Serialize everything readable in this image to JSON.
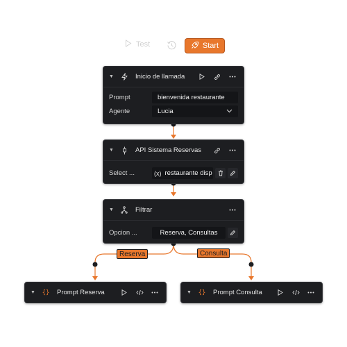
{
  "toolbar": {
    "test_label": "Test",
    "start_label": "Start"
  },
  "nodes": {
    "start": {
      "title": "Inicio de llamada",
      "rows": [
        {
          "label": "Prompt",
          "value": "bienvenida restaurante"
        },
        {
          "label": "Agente",
          "value": "Lucia"
        }
      ]
    },
    "api": {
      "title": "API Sistema Reservas",
      "rows": [
        {
          "label": "Select ...",
          "value": "restaurante disp"
        }
      ]
    },
    "filter": {
      "title": "Filtrar",
      "rows": [
        {
          "label": "Opcion ...",
          "value": "Reserva, Consultas"
        }
      ]
    },
    "prompt_reserva": {
      "title": "Prompt Reserva"
    },
    "prompt_consulta": {
      "title": "Prompt Consulta"
    }
  },
  "edges": {
    "reserva_label": "Reserva",
    "consulta_label": "Consulta"
  },
  "colors": {
    "accent": "#e8772c",
    "node_bg": "#1d1e21",
    "field_bg": "#141518",
    "wire": "#e8772c"
  },
  "icons": [
    "play-icon",
    "history-icon",
    "rocket-icon",
    "chevron-down-icon",
    "bolt-icon",
    "link-icon",
    "more-icon",
    "plug-icon",
    "variable-icon",
    "trash-icon",
    "pencil-icon",
    "filter-icon",
    "braces-icon",
    "code-icon"
  ]
}
